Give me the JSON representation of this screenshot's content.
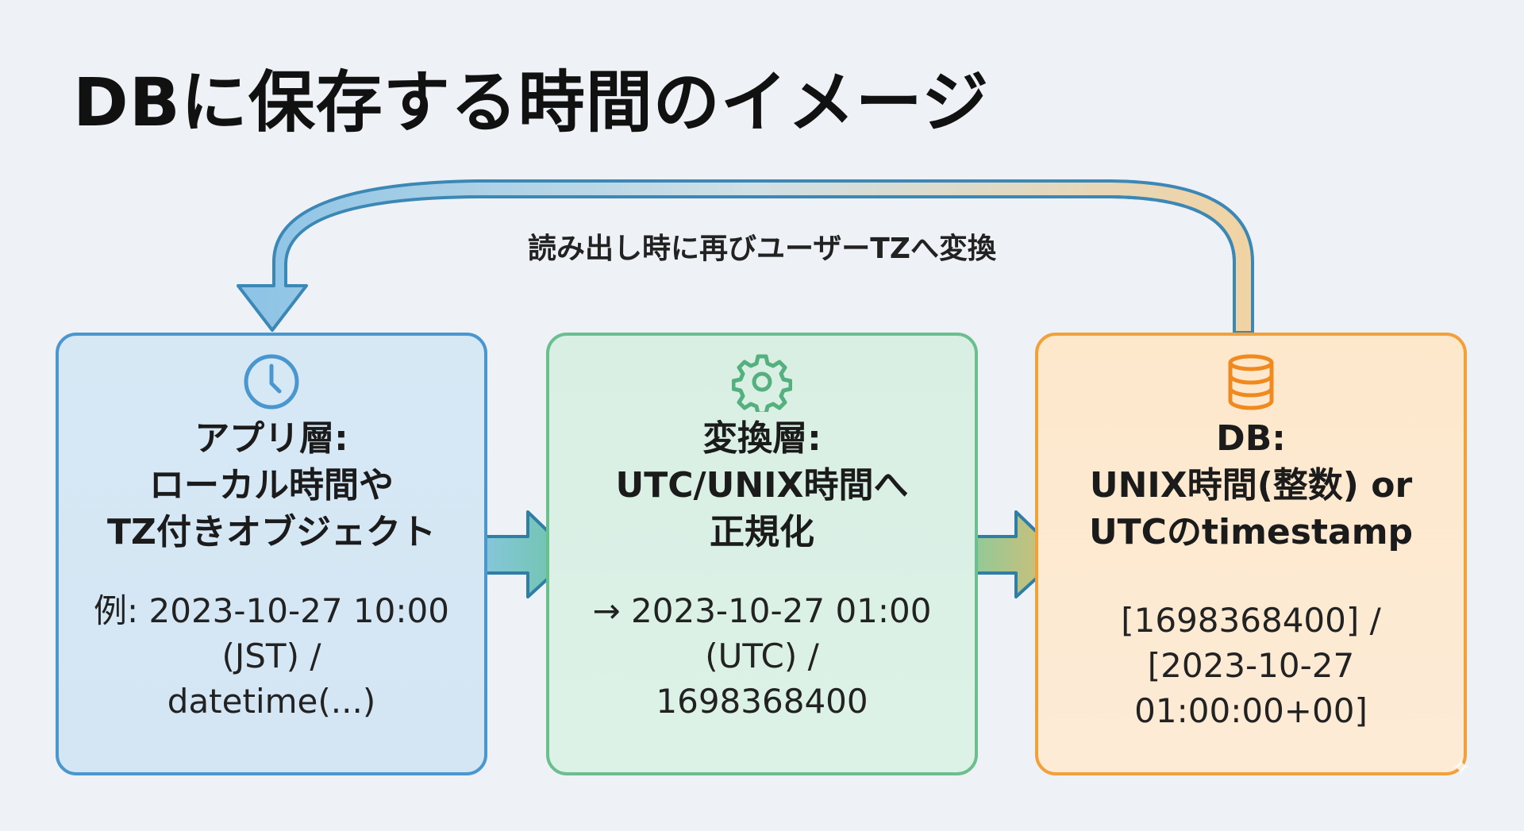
{
  "title": "DBに保存する時間のイメージ",
  "loop_label": "読み出し時に再びユーザーTZへ変換",
  "boxes": [
    {
      "icon": "clock-icon",
      "heading": [
        "アプリ層:",
        "ローカル時間や",
        "TZ付きオブジェクト"
      ],
      "body": [
        "例: 2023-10-27 10:00",
        "(JST) /",
        "datetime(...)"
      ]
    },
    {
      "icon": "gear-icon",
      "heading": [
        "変換層:",
        "UTC/UNIX時間へ",
        "正規化"
      ],
      "body": [
        "→ 2023-10-27 01:00",
        "(UTC) /",
        "1698368400"
      ]
    },
    {
      "icon": "database-icon",
      "heading": [
        "DB:",
        "UNIX時間(整数) or",
        "UTCのtimestamp"
      ],
      "body": [
        "[1698368400] /",
        "[2023-10-27",
        "01:00:00+00]"
      ]
    }
  ],
  "colors": {
    "app": "#4a97cf",
    "conv": "#6bbf8f",
    "db": "#f1a03a"
  }
}
